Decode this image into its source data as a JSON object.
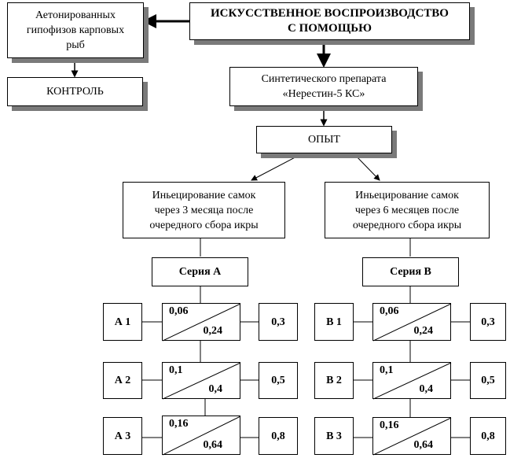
{
  "top_box": {
    "line1": "ИСКУССТВЕННОЕ  ВОСПРОИЗВОДСТВО",
    "line2": "С ПОМОЩЬЮ"
  },
  "left_box": {
    "line1": "Аетонированных",
    "line2": "гипофизов карповых",
    "line3": "рыб"
  },
  "control_box": {
    "label": "КОНТРОЛЬ"
  },
  "prep_box": {
    "line1": "Синтетического препарата",
    "line2": "«Нерестин-5 КС»"
  },
  "opyt_box": {
    "label": "ОПЫТ"
  },
  "inj_left": {
    "line1": "Иньецирование самок",
    "line2": "через 3  месяца после",
    "line3": "очередного сбора икры"
  },
  "inj_right": {
    "line1": "Иньецирование самок",
    "line2": "через 6  месяцев после",
    "line3": "очередного сбора икры"
  },
  "series_a": {
    "label": "Серия А"
  },
  "series_b": {
    "label": "Серия  В"
  },
  "rows_a": [
    {
      "name": "А 1",
      "top": "0,06",
      "bottom": "0,24",
      "right": "0,3"
    },
    {
      "name": "А 2",
      "top": "0,1",
      "bottom": "0,4",
      "right": "0,5"
    },
    {
      "name": "А 3",
      "top": "0,16",
      "bottom": "0,64",
      "right": "0,8"
    }
  ],
  "rows_b": [
    {
      "name": "В 1",
      "top": "0,06",
      "bottom": "0,24",
      "right": "0,3"
    },
    {
      "name": "В 2",
      "top": "0,1",
      "bottom": "0,4",
      "right": "0,5"
    },
    {
      "name": "В 3",
      "top": "0,16",
      "bottom": "0,64",
      "right": "0,8"
    }
  ]
}
